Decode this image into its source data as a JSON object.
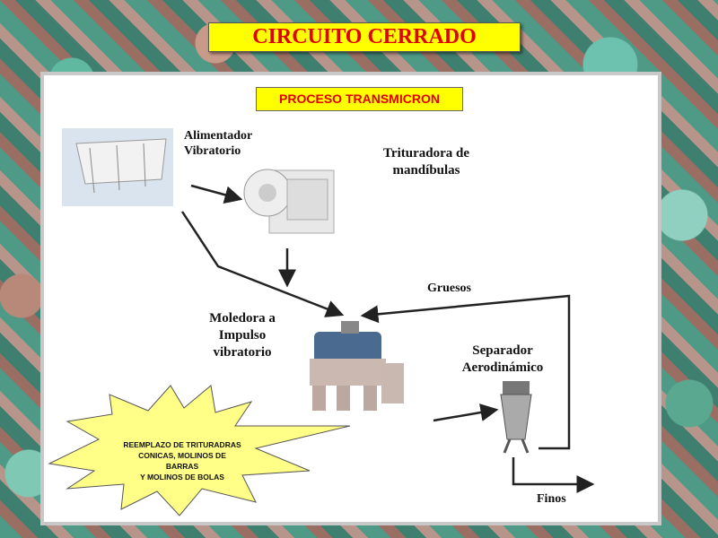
{
  "title": "CIRCUITO CERRADO",
  "subtitle": "PROCESO TRANSMICRON",
  "labels": {
    "feeder": [
      "Alimentador",
      "Vibratorio"
    ],
    "jaw": [
      "Trituradora de",
      "mandíbulas"
    ],
    "mill": [
      "Moledora a",
      "Impulso",
      "vibratorio"
    ],
    "separator": [
      "Separador",
      "Aerodinámico"
    ],
    "coarse": "Gruesos",
    "fines": "Finos"
  },
  "callout": [
    "REEMPLAZO DE  TRITURADRAS",
    "CONICAS, MOLINOS DE",
    "BARRAS",
    "Y MOLINOS DE BOLAS"
  ]
}
